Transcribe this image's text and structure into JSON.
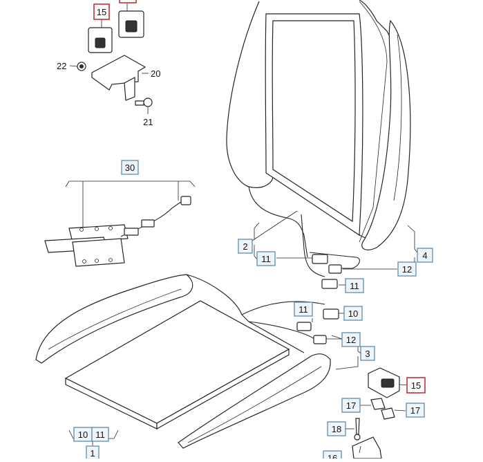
{
  "callouts": {
    "c15_top": "15",
    "c22": "22",
    "c20": "20",
    "c21": "21",
    "c30": "30",
    "c2": "2",
    "c11_a": "11",
    "c12_a": "12",
    "c4": "4",
    "c11_b": "11",
    "c11_c": "11",
    "c10_a": "10",
    "c12_b": "12",
    "c3": "3",
    "c15_right": "15",
    "c17_a": "17",
    "c17_b": "17",
    "c18": "18",
    "c10_b": "10",
    "c11_d": "11",
    "c1": "1",
    "c16": "16"
  },
  "colors": {
    "callout_border_blue": "#5b8db0",
    "callout_border_red": "#c0202a",
    "callout_fill": "#eef4f8",
    "line": "#222222"
  }
}
